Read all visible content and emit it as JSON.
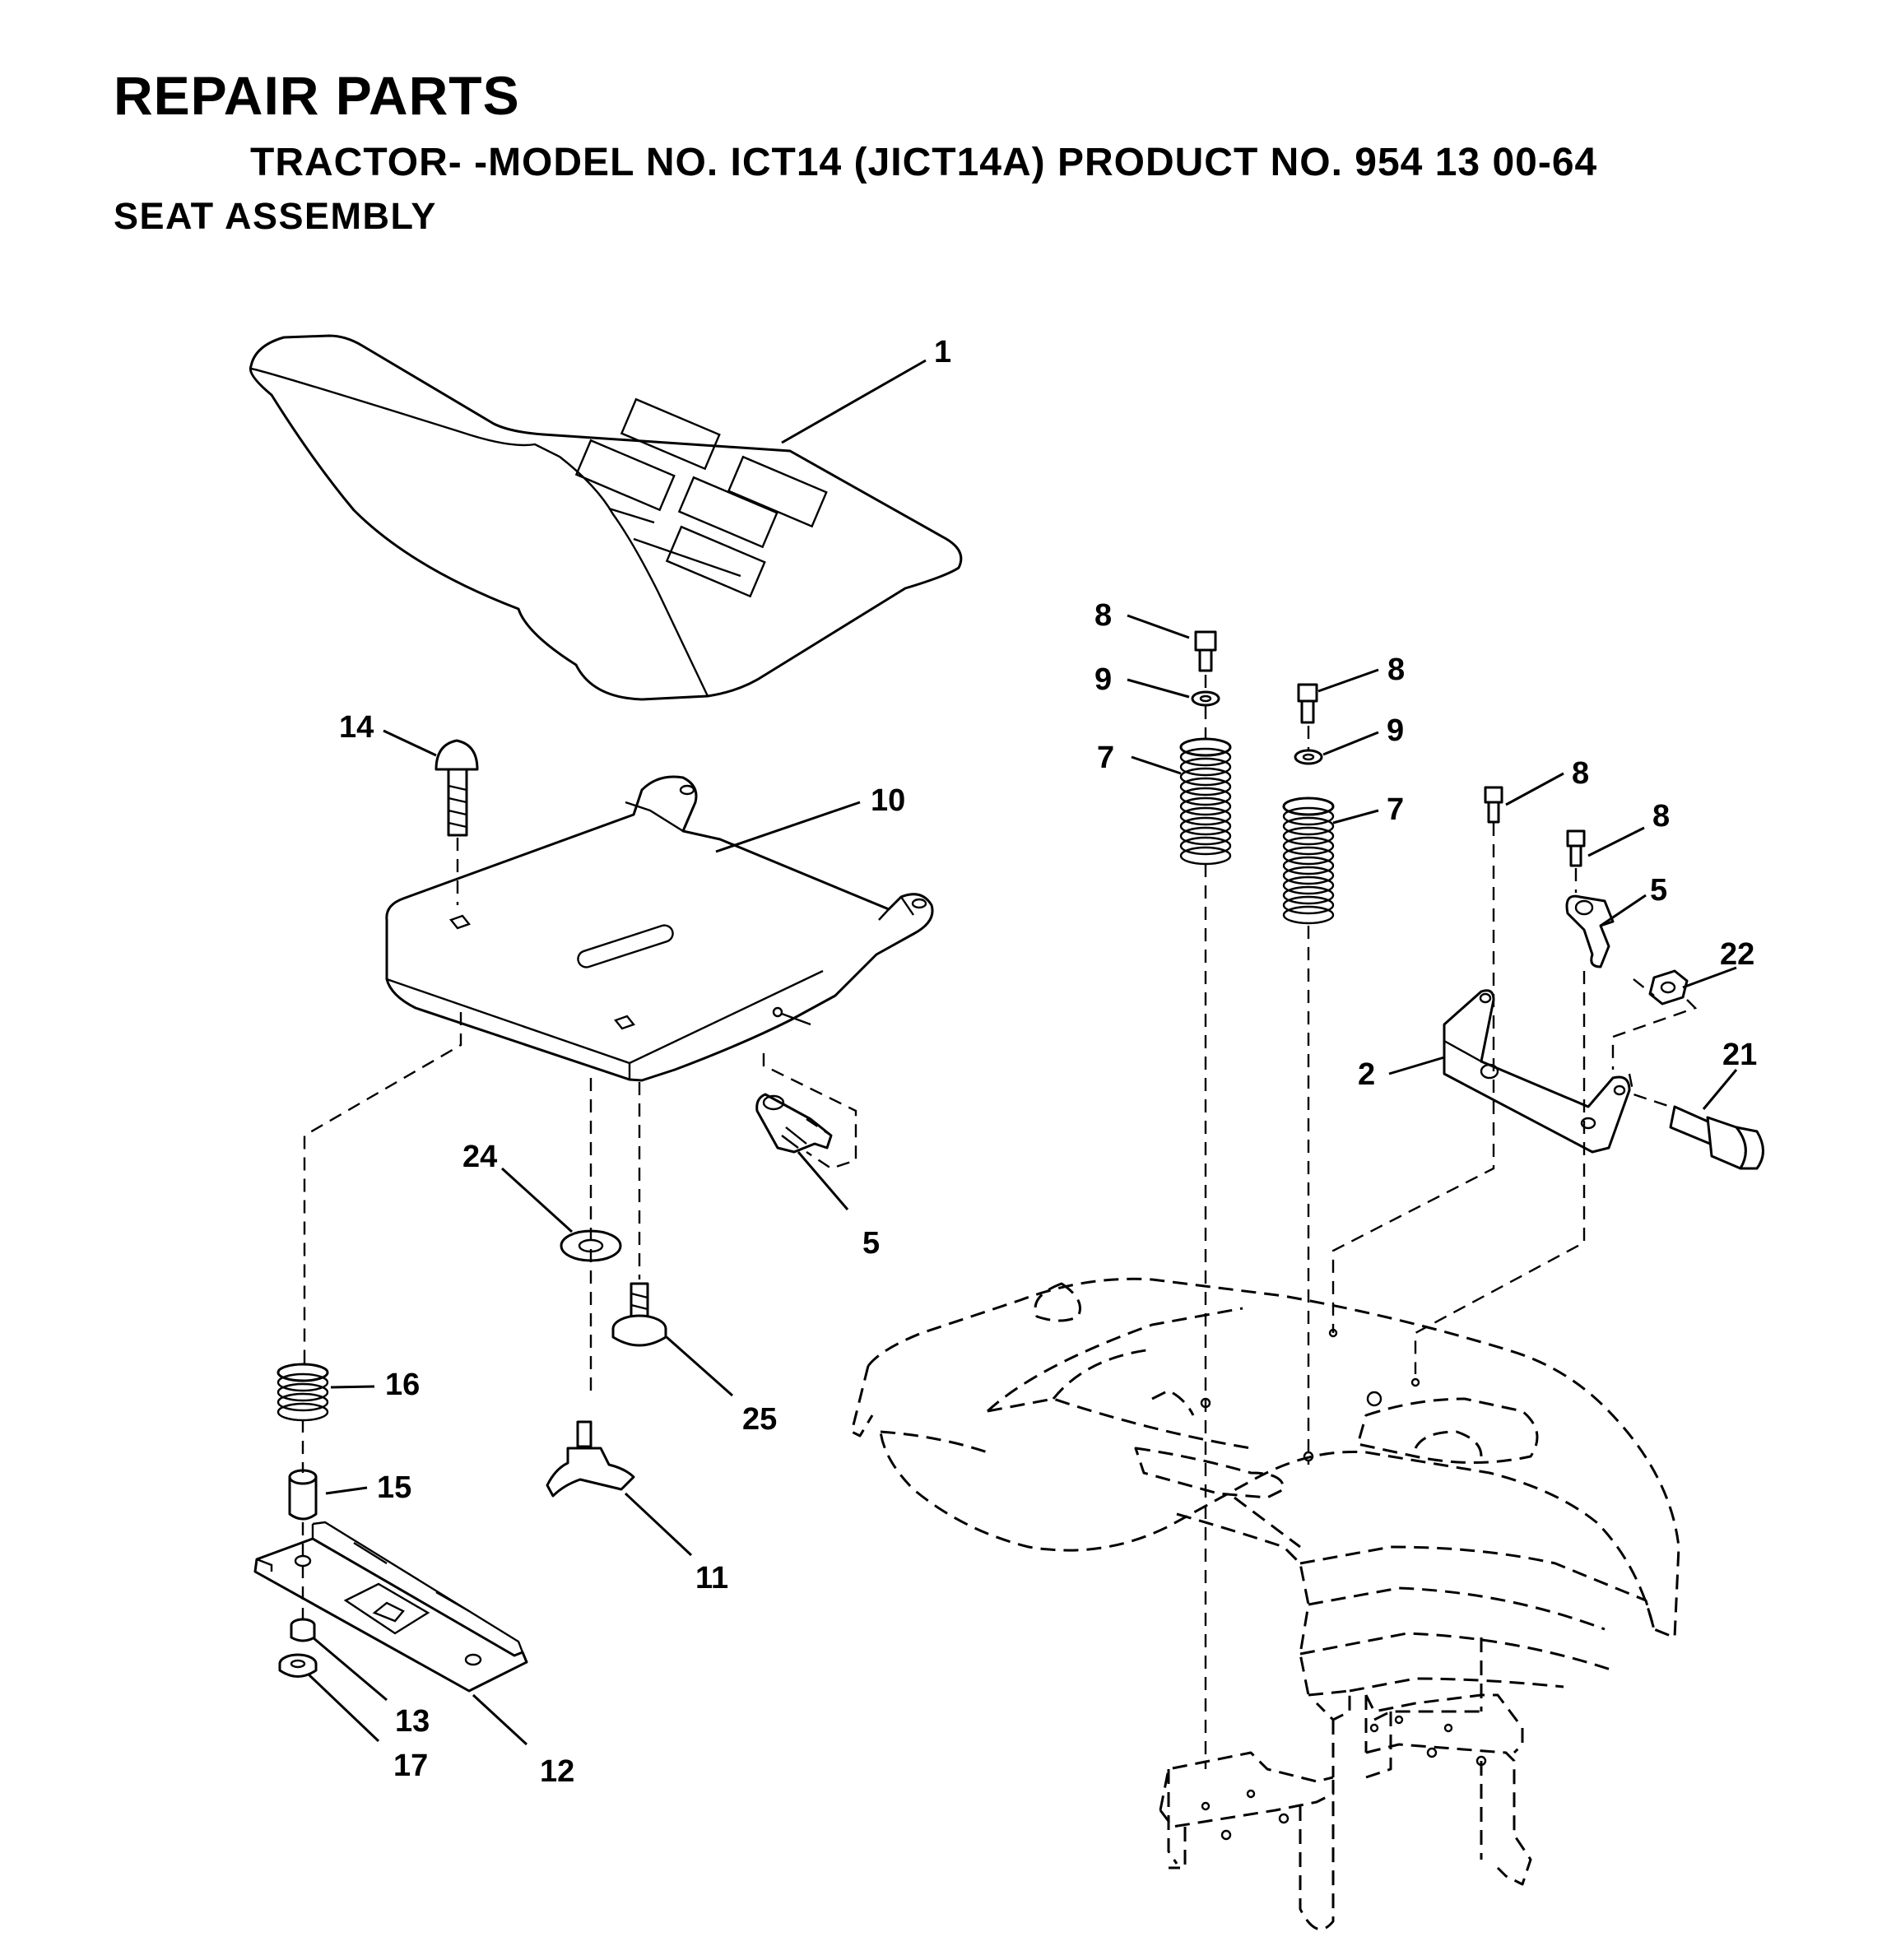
{
  "header": {
    "title": "REPAIR PARTS",
    "subtitle": "TRACTOR- -MODEL NO. ICT14 (JICT14A) PRODUCT NO. 954 13 00-64",
    "section": "SEAT ASSEMBLY"
  },
  "callouts": {
    "c1": "1",
    "c2": "2",
    "c5a": "5",
    "c5b": "5",
    "c7a": "7",
    "c7b": "7",
    "c8a": "8",
    "c8b": "8",
    "c8c": "8",
    "c8d": "8",
    "c9a": "9",
    "c9b": "9",
    "c10": "10",
    "c11": "11",
    "c12": "12",
    "c13": "13",
    "c14": "14",
    "c15": "15",
    "c16": "16",
    "c17": "17",
    "c21": "21",
    "c22": "22",
    "c24": "24",
    "c25": "25"
  }
}
